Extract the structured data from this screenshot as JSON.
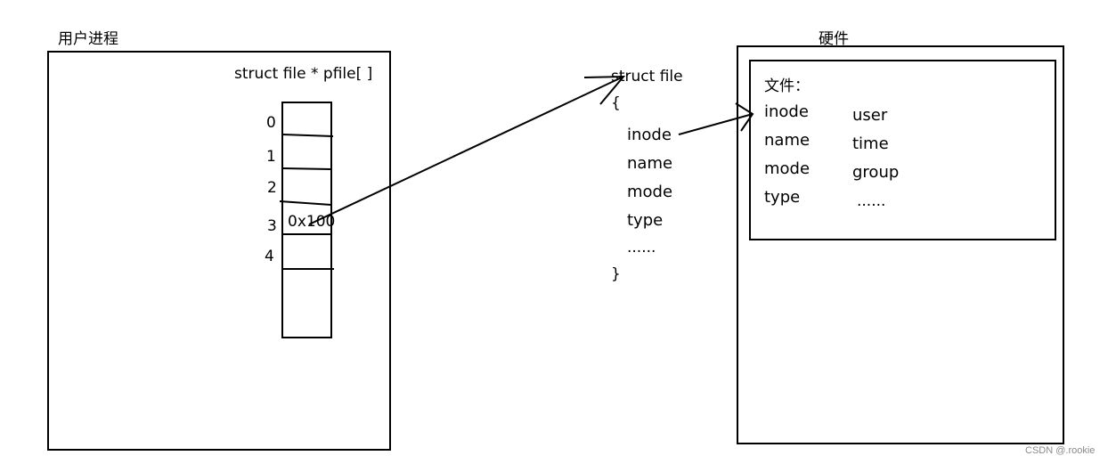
{
  "process": {
    "title": "用户进程",
    "array_label": "struct file * pfile[ ]",
    "indices": [
      "0",
      "1",
      "2",
      "3",
      "4"
    ],
    "slot_value": "0x100"
  },
  "struct_file": {
    "header": "struct file",
    "open_brace": "{",
    "fields": [
      "inode",
      "name",
      "mode",
      "type",
      "......"
    ],
    "close_brace": "}"
  },
  "hardware": {
    "title": "硬件",
    "file_label": "文件：",
    "left_fields": [
      "inode",
      "name",
      "mode",
      "type"
    ],
    "right_fields": [
      "user",
      "time",
      "group",
      "......"
    ]
  },
  "watermark": "CSDN @.rookie"
}
